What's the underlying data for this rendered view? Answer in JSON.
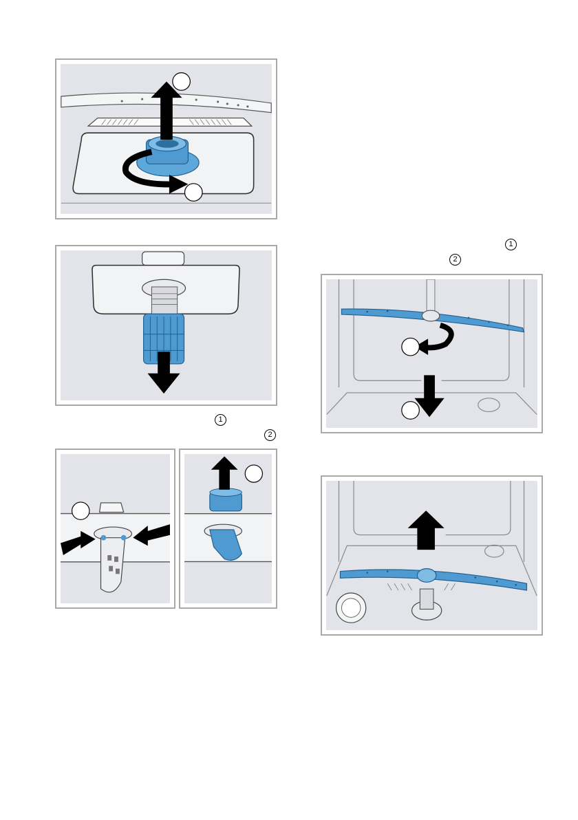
{
  "colors": {
    "frame": "#a9a9a9",
    "panel_bg": "#e2e4e9",
    "part_blue": "#4f9bd1",
    "part_blue_dark": "#1f5f8f",
    "arrow": "#000000",
    "plate": "#f2f3f5"
  },
  "figures": {
    "fig1": {
      "callout_1": "",
      "callout_2": ""
    },
    "fig3a": {
      "callout_1": ""
    },
    "fig3b": {
      "callout_2": ""
    },
    "fig4": {
      "callout_1": "",
      "callout_2": ""
    }
  },
  "references": {
    "left_ref_1": {
      "text": "",
      "number": "1"
    },
    "left_ref_2": {
      "text": "",
      "number": "2"
    },
    "right_ref_1": {
      "text": "",
      "number": "1"
    },
    "right_ref_2": {
      "text": "",
      "number": "2"
    }
  },
  "icons": {
    "up_arrow": "arrow-up-icon",
    "down_arrow": "arrow-down-icon",
    "rotate": "rotate-icon",
    "press": "press-arrow-icon"
  }
}
